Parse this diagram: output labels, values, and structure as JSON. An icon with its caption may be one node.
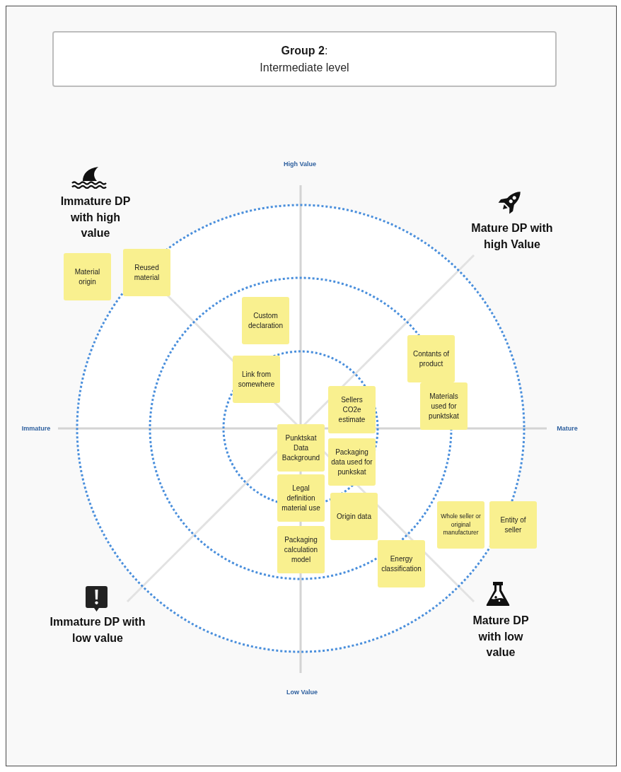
{
  "diagram": {
    "nodes": [
      {
        "text": [
          "**Group 2**:",
          "Intermediate level"
        ]
      },
      {
        "text": [
          "Material origin"
        ]
      },
      {
        "text": [
          "Reused material"
        ]
      },
      {
        "text": [
          "Custom declaration"
        ]
      },
      {
        "text": [
          "Contants of product"
        ]
      },
      {
        "text": [
          "Link from somewhere"
        ]
      },
      {
        "text": [
          "Materials used for punktskat"
        ]
      },
      {
        "text": [
          "Sellers CO2e estimate"
        ]
      },
      {
        "text": [
          "Punktskat Data Background"
        ]
      },
      {
        "text": [
          "Packaging data used for punkskat"
        ]
      },
      {
        "text": [
          "Legal definition material use"
        ]
      },
      {
        "text": [
          "Origin data"
        ]
      },
      {
        "text": [
          "Whole seller or original manufacturer"
        ]
      },
      {
        "text": [
          "Entity of seller"
        ]
      },
      {
        "text": [
          "Packaging calculation model"
        ]
      },
      {
        "text": [
          "Energy classification"
        ]
      }
    ],
    "labels": [
      "High Value",
      "Immature DP with high value",
      "Mature DP with high Value",
      "Immature",
      "Mature",
      "Immature DP with low value",
      "Mature DP with low value",
      "Low Value"
    ]
  }
}
